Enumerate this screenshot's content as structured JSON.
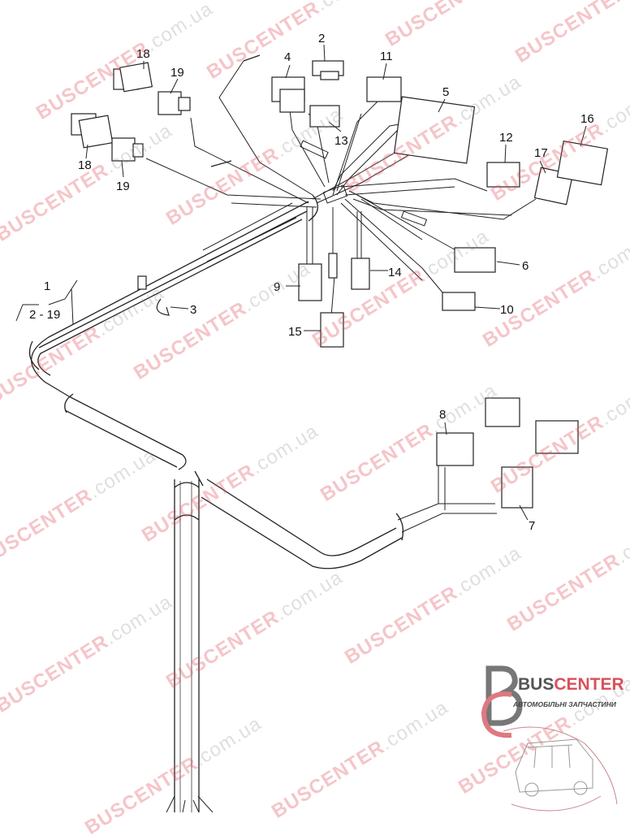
{
  "diagram": {
    "title": "Wiring harness parts diagram",
    "callouts": [
      {
        "id": "c1",
        "label": "1"
      },
      {
        "id": "c2-19",
        "label": "2 - 19"
      },
      {
        "id": "c2",
        "label": "2"
      },
      {
        "id": "c3",
        "label": "3"
      },
      {
        "id": "c4",
        "label": "4"
      },
      {
        "id": "c5",
        "label": "5"
      },
      {
        "id": "c6",
        "label": "6"
      },
      {
        "id": "c7",
        "label": "7"
      },
      {
        "id": "c8",
        "label": "8"
      },
      {
        "id": "c9",
        "label": "9"
      },
      {
        "id": "c10",
        "label": "10"
      },
      {
        "id": "c11",
        "label": "11"
      },
      {
        "id": "c12",
        "label": "12"
      },
      {
        "id": "c13",
        "label": "13"
      },
      {
        "id": "c14",
        "label": "14"
      },
      {
        "id": "c15",
        "label": "15"
      },
      {
        "id": "c16",
        "label": "16"
      },
      {
        "id": "c17",
        "label": "17"
      },
      {
        "id": "c18a",
        "label": "18"
      },
      {
        "id": "c18b",
        "label": "18"
      },
      {
        "id": "c19a",
        "label": "19"
      },
      {
        "id": "c19b",
        "label": "19"
      }
    ]
  },
  "watermark": {
    "brand": "BUSCENTER",
    "domain": ".com.ua",
    "color": "#e1505a"
  },
  "logo": {
    "title_a": "BUS",
    "title_b": "CENTER",
    "subtitle": "АВТОМОБІЛЬНІ ЗАПЧАСТИНИ"
  }
}
